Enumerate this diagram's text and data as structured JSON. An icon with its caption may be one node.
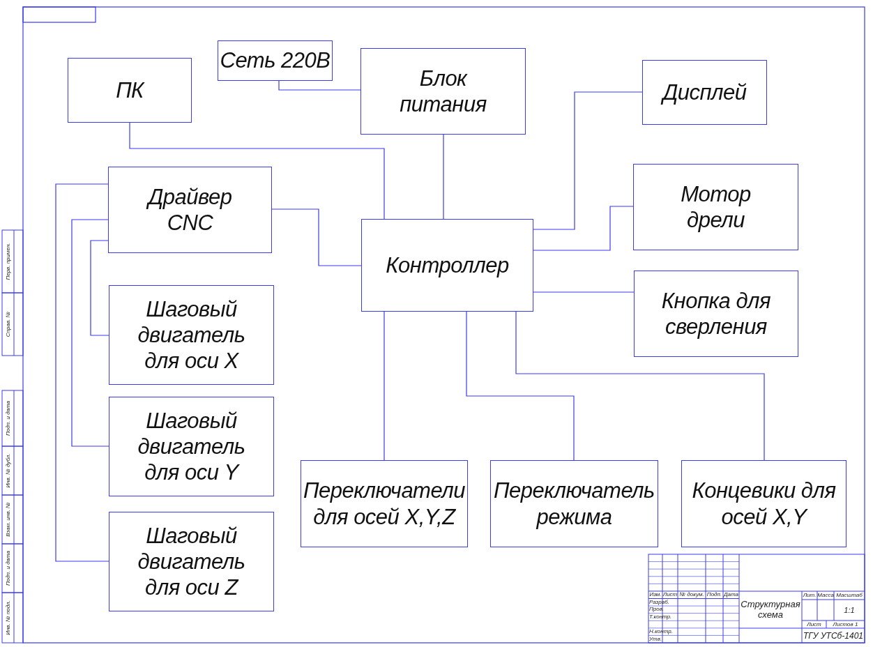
{
  "diagram": {
    "nodes": [
      {
        "text": [
          "Сеть 220В"
        ]
      },
      {
        "text": [
          "ПК"
        ]
      },
      {
        "text": [
          "Блок питания"
        ]
      },
      {
        "text": [
          "Дисплей"
        ]
      },
      {
        "text": [
          "Драйвер CNC"
        ]
      },
      {
        "text": [
          "Мотор дрели"
        ]
      },
      {
        "text": [
          "Контроллер"
        ]
      },
      {
        "text": [
          "Кнопка для сверления"
        ]
      },
      {
        "text": [
          "Шаговый двигатель для оси X"
        ]
      },
      {
        "text": [
          "Шаговый двигатель для оси Y"
        ]
      },
      {
        "text": [
          "Шаговый двигатель для оси Z"
        ]
      },
      {
        "text": [
          "Переключатели для осей X,Y,Z"
        ]
      },
      {
        "text": [
          "Переключатель режима"
        ]
      },
      {
        "text": [
          "Концевики для осей X,Y"
        ]
      }
    ],
    "edges": [
      {
        "from": 0,
        "to": 2,
        "arrow": "none"
      },
      {
        "from": 1,
        "to": 6,
        "arrow": "none"
      },
      {
        "from": 2,
        "to": 6,
        "arrow": "none"
      },
      {
        "from": 6,
        "to": 3,
        "arrow": "none"
      },
      {
        "from": 6,
        "to": 5,
        "arrow": "none"
      },
      {
        "from": 6,
        "to": 7,
        "arrow": "none"
      },
      {
        "from": 4,
        "to": 6,
        "arrow": "none"
      },
      {
        "from": 6,
        "to": 11,
        "arrow": "none"
      },
      {
        "from": 6,
        "to": 12,
        "arrow": "none"
      },
      {
        "from": 6,
        "to": 13,
        "arrow": "none"
      },
      {
        "from": 4,
        "to": 8,
        "arrow": "none"
      },
      {
        "from": 4,
        "to": 9,
        "arrow": "none"
      },
      {
        "from": 4,
        "to": 10,
        "arrow": "none"
      }
    ],
    "labels": [
      "Перв. примен.",
      "Справ. №",
      "Подп. и дата",
      "Инв. № дубл.",
      "Взам. инв. №",
      "Подп. и дата",
      "Инв. № подл.",
      "Изм.",
      "Лист",
      "№ докум.",
      "Подп.",
      "Дата",
      "Разраб.",
      "Пров.",
      "Т.контр.",
      "Н.контр.",
      "Утв.",
      "Структурная схема",
      "Лит.",
      "Масса",
      "Масштаб",
      "1:1",
      "Лист",
      "Листов 1",
      "ТГУ УТСб-1401"
    ]
  }
}
